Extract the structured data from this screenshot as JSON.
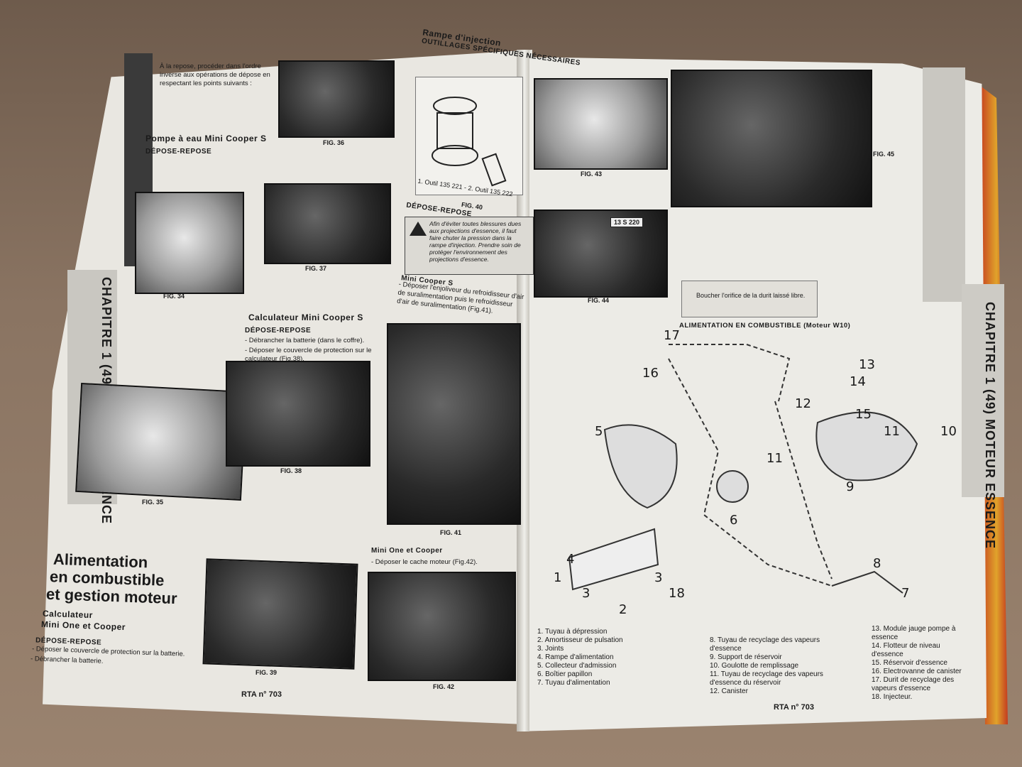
{
  "left_page": {
    "sidebar_text": "CHAPITRE 1 (49) MOTEUR ESSENCE",
    "section_pompe": {
      "title": "Pompe à eau Mini Cooper S",
      "subtitle": "DÉPOSE-REPOSE",
      "intro": "À la repose, procéder dans l'ordre inverse aux opérations de dépose en respectant les points suivants :"
    },
    "section_alim": {
      "title_line1": "Alimentation",
      "title_line2": "en combustible",
      "title_line3": "et gestion moteur",
      "sub1": "Calculateur",
      "sub2": "Mini One et Cooper",
      "sub3": "DÉPOSE-REPOSE",
      "step1": "- Déposer le couvercle de protection sur la batterie.",
      "step2": "- Débrancher la batterie."
    },
    "section_calc": {
      "title": "Calculateur Mini Cooper S",
      "subtitle": "DÉPOSE-REPOSE",
      "step1": "- Débrancher la batterie (dans le coffre).",
      "step2": "- Déposer le couvercle de protection sur le calculateur (Fig.38)."
    },
    "rampe": {
      "title": "Rampe d'injection",
      "subtitle": "OUTILLAGES SPÉCIFIQUES NÉCESSAIRES",
      "tools": "1. Outil 135 221 - 2. Outil 135 222",
      "depose": "DÉPOSE-REPOSE",
      "warn": "Afin d'éviter toutes blessures dues aux projections d'essence, il faut faire chuter la pression dans la rampe d'injection. Prendre soin de protéger l'environnement des projections d'essence."
    },
    "mini_cooper_s": "Mini Cooper S",
    "mini_cooper_s_text": "- Déposer l'enjoliveur du refroidisseur d'air de suralimentation puis le refroidisseur d'air de suralimentation (Fig.41).",
    "mini_one": "Mini One et Cooper",
    "mini_one_text": "- Déposer le cache moteur (Fig.42).",
    "figs": [
      "FIG. 34",
      "FIG. 35",
      "FIG. 36",
      "FIG. 37",
      "FIG. 38",
      "FIG. 39",
      "FIG. 40",
      "FIG. 41",
      "FIG. 42"
    ],
    "footer": "RTA n° 703"
  },
  "right_page": {
    "sidebar_text": "CHAPITRE 1 (49) MOTEUR ESSENCE",
    "diagram_title": "ALIMENTATION EN COMBUSTIBLE (Moteur W10)",
    "figs": [
      "FIG. 43",
      "FIG. 44",
      "FIG. 45"
    ],
    "tool_label": "13 S 220",
    "notice": "Boucher l'orifice de la durit laissé libre.",
    "callouts": [
      "17",
      "16",
      "12",
      "13",
      "14",
      "15",
      "11",
      "10",
      "5",
      "11",
      "9",
      "6",
      "4",
      "1",
      "3",
      "2",
      "3",
      "18",
      "8",
      "7"
    ],
    "legend_col1": [
      "1. Tuyau à dépression",
      "2. Amortisseur de pulsation",
      "3. Joints",
      "4. Rampe d'alimentation",
      "5. Collecteur d'admission",
      "6. Boîtier papillon",
      "7. Tuyau d'alimentation"
    ],
    "legend_col2": [
      "8. Tuyau de recyclage des vapeurs d'essence",
      "9. Support de réservoir",
      "10. Goulotte de remplissage",
      "11. Tuyau de recyclage des vapeurs d'essence du réservoir",
      "12. Canister"
    ],
    "legend_col3": [
      "13. Module jauge pompe à essence",
      "14. Flotteur de niveau d'essence",
      "15. Réservoir d'essence",
      "16. Electrovanne de canister",
      "17. Durit de recyclage des vapeurs d'essence",
      "18. Injecteur."
    ],
    "footer": "RTA n° 703"
  }
}
